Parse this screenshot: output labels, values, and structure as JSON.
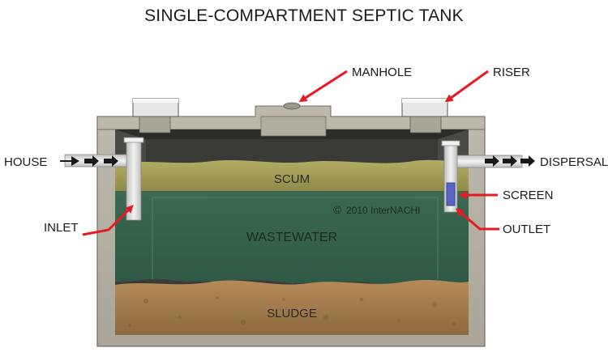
{
  "title": "SINGLE-COMPARTMENT SEPTIC TANK",
  "callouts": {
    "manhole": "MANHOLE",
    "riser": "RISER",
    "house": "HOUSE",
    "dispersal": "DISPERSAL",
    "screen": "SCREEN",
    "inlet": "INLET",
    "outlet": "OUTLET"
  },
  "layers": {
    "scum": "SCUM",
    "wastewater": "WASTEWATER",
    "sludge": "SLUDGE"
  },
  "copyright": {
    "symbol": "©",
    "text": "2010  InterNACHI"
  },
  "colors": {
    "concrete": "#b3b0a3",
    "concrete_dark": "#8e8b80",
    "tank_interior_dark": "#3a3a36",
    "scum": "#a9a35a",
    "wastewater": "#3e6e55",
    "sludge": "#a07a4c",
    "callout_arrow": "#e41b23",
    "pipe": "#d6d6d6",
    "screen": "#5a64c8"
  }
}
